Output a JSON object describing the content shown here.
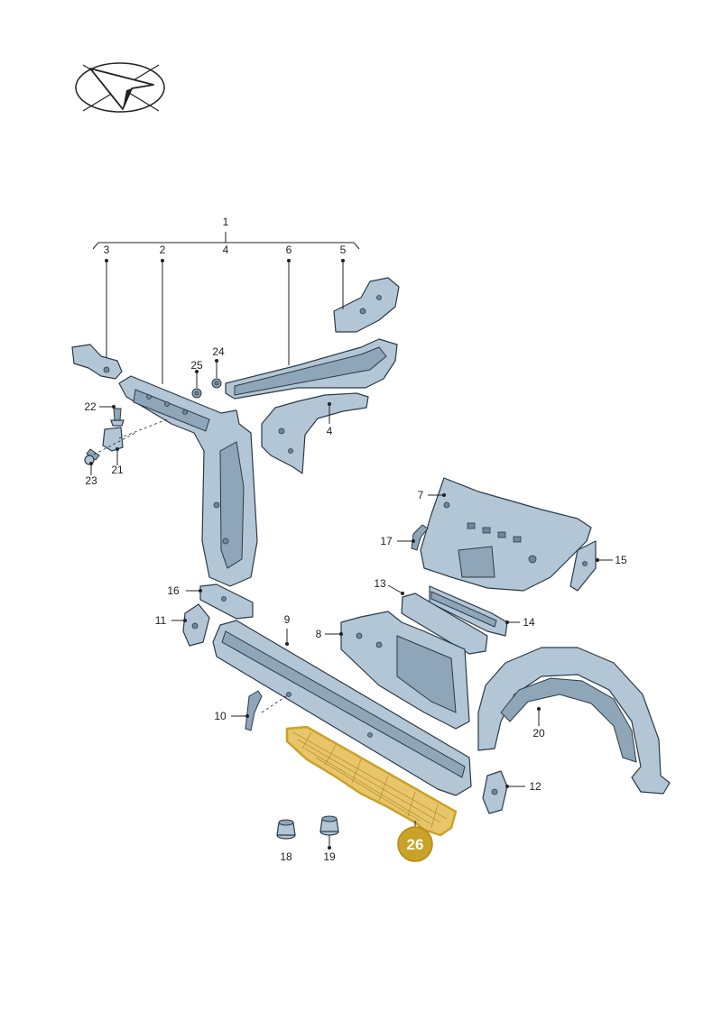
{
  "diagram": {
    "labels": {
      "p1": "1",
      "p2": "2",
      "p3": "3",
      "p4a": "4",
      "p4b": "4",
      "p5": "5",
      "p6": "6",
      "p7": "7",
      "p8": "8",
      "p9": "9",
      "p10": "10",
      "p11": "11",
      "p12": "12",
      "p13": "13",
      "p14": "14",
      "p15": "15",
      "p16": "16",
      "p17": "17",
      "p18": "18",
      "p19": "19",
      "p20": "20",
      "p21": "21",
      "p22": "22",
      "p23": "23",
      "p24": "24",
      "p25": "25"
    },
    "highlight": {
      "label": "26",
      "color": "#c9a227"
    },
    "colors": {
      "part_fill": "#b3c6d6",
      "outline": "#2c3a47"
    }
  }
}
